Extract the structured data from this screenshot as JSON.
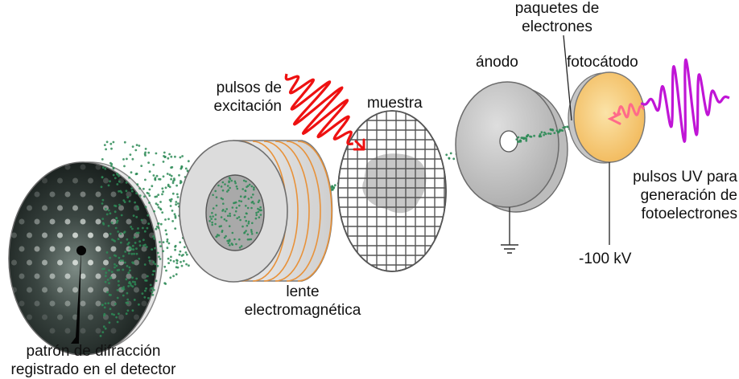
{
  "labels": {
    "paquetes_line1": "paquetes de",
    "paquetes_line2": "electrones",
    "anodo": "ánodo",
    "fotocatodo": "fotocátodo",
    "pulsos_exc_line1": "pulsos de",
    "pulsos_exc_line2": "excitación",
    "muestra": "muestra",
    "pulsos_uv_line1": "pulsos UV para",
    "pulsos_uv_line2": "generación de",
    "pulsos_uv_line3": "fotoelectrones",
    "voltage": "-100 kV",
    "lente_line1": "lente",
    "lente_line2": "electromagnética",
    "patron_line1": "patrón de difracción",
    "patron_line2": "registrado en el detector"
  },
  "colors": {
    "electron_dots": "#2e8b57",
    "excitation_pulse": "#ee1111",
    "uv_pulse": "#c015d6",
    "photocathode": "#f7c66b",
    "lens_coil": "#e8923a",
    "anode": "#c9c9c9"
  }
}
